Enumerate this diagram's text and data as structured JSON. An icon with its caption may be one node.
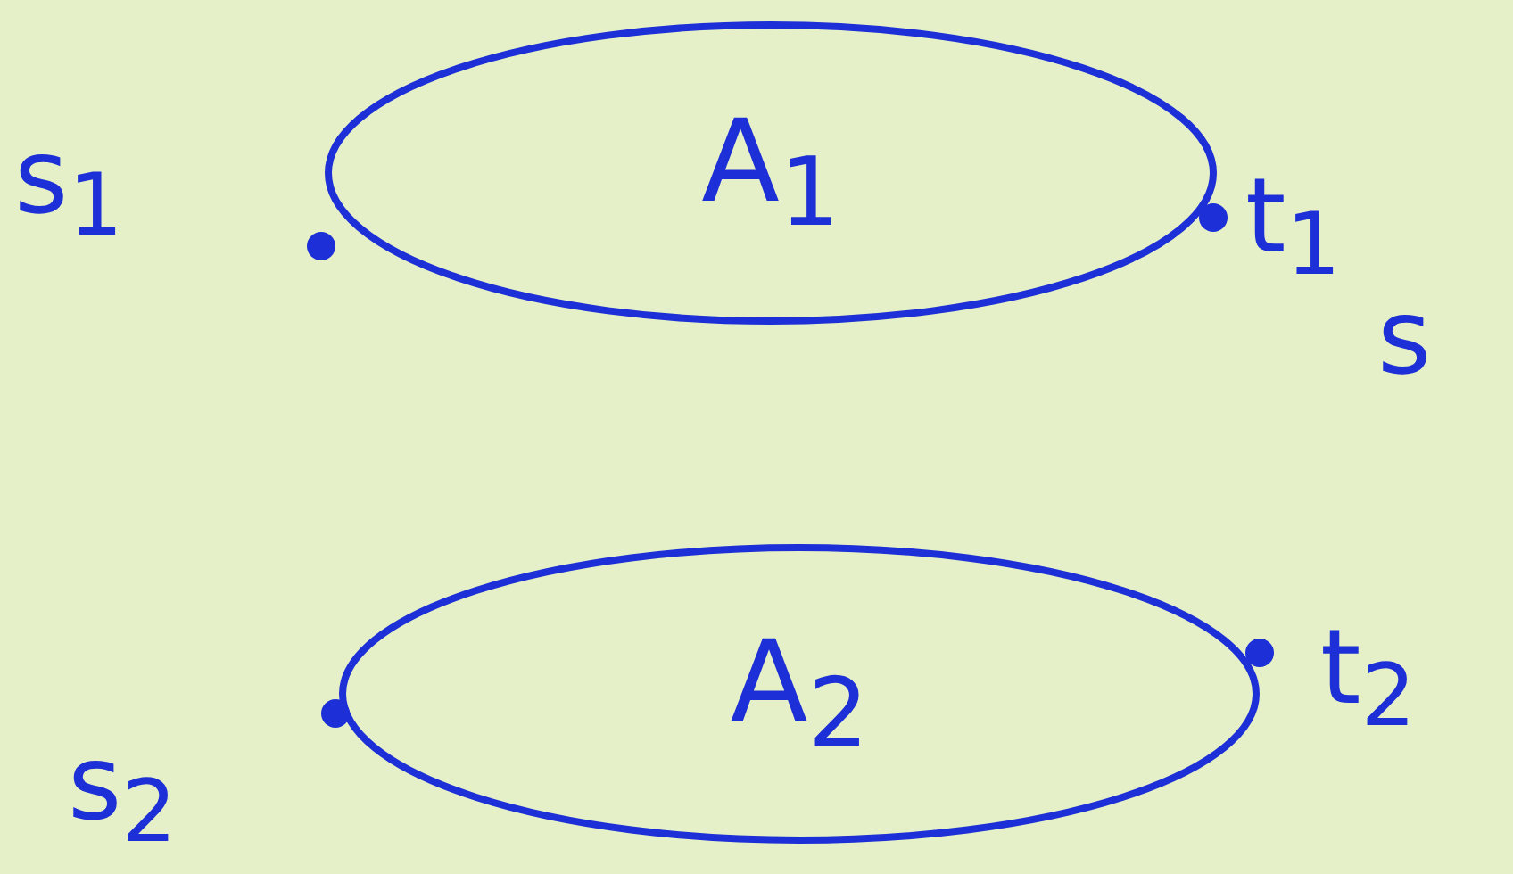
{
  "diagram": {
    "nodes": [
      {
        "text": [],
        "shape": "circle",
        "beside": [
          "s$_{1}$"
        ]
      },
      {
        "text": [
          "A$_{1}$"
        ]
      },
      {
        "text": [],
        "shape": "circle",
        "beside": [
          "t$_{1}$"
        ]
      },
      {
        "text": [],
        "shape": "circle",
        "beside": [
          "s$_{2}$"
        ]
      },
      {
        "text": [
          "A$_{2}$"
        ]
      },
      {
        "text": [],
        "shape": "circle",
        "beside": [
          "t$_{2}$"
        ]
      }
    ],
    "edges": [],
    "labels": [
      "s"
    ]
  }
}
